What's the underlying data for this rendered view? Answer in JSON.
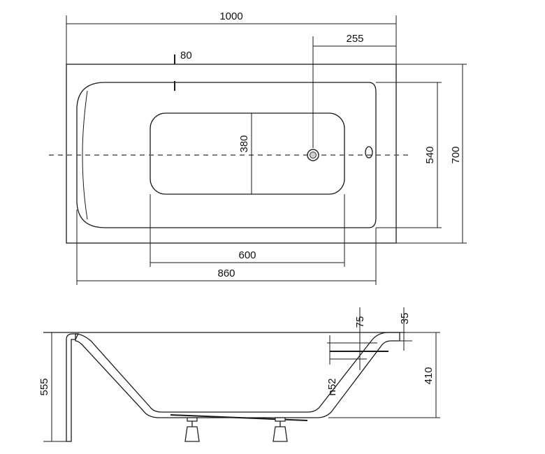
{
  "top_view": {
    "dim_total_length": "1000",
    "dim_drain_offset": "255",
    "dim_rim": "80",
    "dim_bottom_width": "380",
    "dim_inner_width": "540",
    "dim_total_width": "700",
    "dim_bottom_length": "600",
    "dim_inner_length": "860"
  },
  "side_view": {
    "dim_total_height": "555",
    "dim_overflow": "75",
    "dim_rim_thickness": "35",
    "dim_inner_depth": "410",
    "dim_drain": "n52"
  }
}
